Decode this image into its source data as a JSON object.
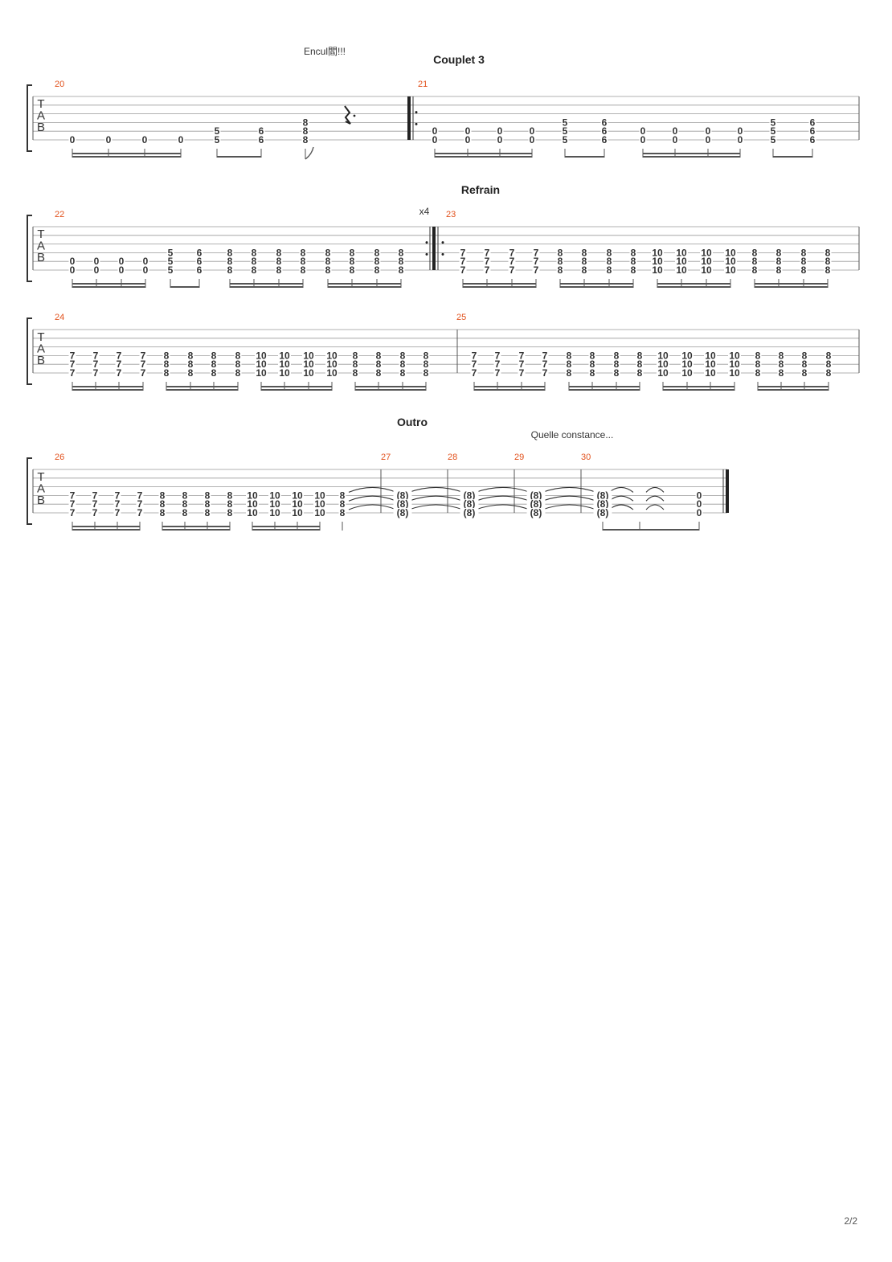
{
  "page": {
    "number": "2/2"
  },
  "tab_clef": [
    "T",
    "A",
    "B"
  ],
  "systems": [
    {
      "labels": [
        {
          "text": "Encul閻!!!",
          "kind": "annotation"
        },
        {
          "text": "Couplet 3",
          "kind": "section"
        }
      ],
      "measure_numbers": [
        "20",
        "21"
      ],
      "repeat_marks": [],
      "notes": [
        {
          "col": 0,
          "frets": [
            "",
            "",
            "",
            "",
            "",
            "0"
          ]
        },
        {
          "col": 1,
          "frets": [
            "",
            "",
            "",
            "",
            "",
            "0"
          ]
        },
        {
          "col": 2,
          "frets": [
            "",
            "",
            "",
            "",
            "",
            "0"
          ]
        },
        {
          "col": 3,
          "frets": [
            "",
            "",
            "",
            "",
            "",
            "0"
          ]
        },
        {
          "col": 4,
          "frets": [
            "",
            "",
            "",
            "",
            "5",
            "5"
          ]
        },
        {
          "col": 5,
          "frets": [
            "",
            "",
            "",
            "",
            "6",
            "6"
          ]
        },
        {
          "col": 6,
          "frets": [
            "",
            "",
            "",
            "8",
            "8",
            "8"
          ]
        },
        {
          "col": 7,
          "frets": [
            "",
            "",
            "",
            "",
            "0",
            "0"
          ]
        },
        {
          "col": 8,
          "frets": [
            "",
            "",
            "",
            "",
            "0",
            "0"
          ]
        },
        {
          "col": 9,
          "frets": [
            "",
            "",
            "",
            "",
            "0",
            "0"
          ]
        },
        {
          "col": 10,
          "frets": [
            "",
            "",
            "",
            "",
            "0",
            "0"
          ]
        },
        {
          "col": 11,
          "frets": [
            "",
            "",
            "",
            "5",
            "5",
            "5"
          ]
        },
        {
          "col": 12,
          "frets": [
            "",
            "",
            "",
            "6",
            "6",
            "6"
          ]
        },
        {
          "col": 13,
          "frets": [
            "",
            "",
            "",
            "",
            "0",
            "0"
          ]
        },
        {
          "col": 14,
          "frets": [
            "",
            "",
            "",
            "",
            "0",
            "0"
          ]
        },
        {
          "col": 15,
          "frets": [
            "",
            "",
            "",
            "",
            "0",
            "0"
          ]
        },
        {
          "col": 16,
          "frets": [
            "",
            "",
            "",
            "",
            "0",
            "0"
          ]
        },
        {
          "col": 17,
          "frets": [
            "",
            "",
            "",
            "5",
            "5",
            "5"
          ]
        },
        {
          "col": 18,
          "frets": [
            "",
            "",
            "",
            "6",
            "6",
            "6"
          ]
        }
      ]
    },
    {
      "labels": [
        {
          "text": "Refrain",
          "kind": "section"
        },
        {
          "text": "x4",
          "kind": "annotation"
        }
      ],
      "measure_numbers": [
        "22",
        "23"
      ],
      "repeat_marks": [
        "x4"
      ],
      "notes": [
        {
          "col": 0,
          "frets": [
            "",
            "",
            "",
            "",
            "0",
            "0"
          ]
        },
        {
          "col": 1,
          "frets": [
            "",
            "",
            "",
            "",
            "0",
            "0"
          ]
        },
        {
          "col": 2,
          "frets": [
            "",
            "",
            "",
            "",
            "0",
            "0"
          ]
        },
        {
          "col": 3,
          "frets": [
            "",
            "",
            "",
            "",
            "0",
            "0"
          ]
        },
        {
          "col": 4,
          "frets": [
            "",
            "",
            "",
            "5",
            "5",
            "5"
          ]
        },
        {
          "col": 5,
          "frets": [
            "",
            "",
            "",
            "6",
            "6",
            "6"
          ]
        },
        {
          "col": 6,
          "frets": [
            "",
            "",
            "",
            "8",
            "8",
            "8"
          ]
        },
        {
          "col": 7,
          "frets": [
            "",
            "",
            "",
            "8",
            "8",
            "8"
          ]
        },
        {
          "col": 8,
          "frets": [
            "",
            "",
            "",
            "8",
            "8",
            "8"
          ]
        },
        {
          "col": 9,
          "frets": [
            "",
            "",
            "",
            "8",
            "8",
            "8"
          ]
        },
        {
          "col": 10,
          "frets": [
            "",
            "",
            "",
            "8",
            "8",
            "8"
          ]
        },
        {
          "col": 11,
          "frets": [
            "",
            "",
            "",
            "8",
            "8",
            "8"
          ]
        },
        {
          "col": 12,
          "frets": [
            "",
            "",
            "",
            "8",
            "8",
            "8"
          ]
        },
        {
          "col": 13,
          "frets": [
            "",
            "",
            "",
            "8",
            "8",
            "8"
          ]
        },
        {
          "col": 14,
          "frets": [
            "",
            "",
            "",
            "7",
            "7",
            "7"
          ]
        },
        {
          "col": 15,
          "frets": [
            "",
            "",
            "",
            "7",
            "7",
            "7"
          ]
        },
        {
          "col": 16,
          "frets": [
            "",
            "",
            "",
            "7",
            "7",
            "7"
          ]
        },
        {
          "col": 17,
          "frets": [
            "",
            "",
            "",
            "7",
            "7",
            "7"
          ]
        },
        {
          "col": 18,
          "frets": [
            "",
            "",
            "",
            "8",
            "8",
            "8"
          ]
        },
        {
          "col": 19,
          "frets": [
            "",
            "",
            "",
            "8",
            "8",
            "8"
          ]
        },
        {
          "col": 20,
          "frets": [
            "",
            "",
            "",
            "8",
            "8",
            "8"
          ]
        },
        {
          "col": 21,
          "frets": [
            "",
            "",
            "",
            "8",
            "8",
            "8"
          ]
        },
        {
          "col": 22,
          "frets": [
            "",
            "",
            "",
            "10",
            "10",
            "10"
          ]
        },
        {
          "col": 23,
          "frets": [
            "",
            "",
            "",
            "10",
            "10",
            "10"
          ]
        },
        {
          "col": 24,
          "frets": [
            "",
            "",
            "",
            "10",
            "10",
            "10"
          ]
        },
        {
          "col": 25,
          "frets": [
            "",
            "",
            "",
            "10",
            "10",
            "10"
          ]
        },
        {
          "col": 26,
          "frets": [
            "",
            "",
            "",
            "8",
            "8",
            "8"
          ]
        },
        {
          "col": 27,
          "frets": [
            "",
            "",
            "",
            "8",
            "8",
            "8"
          ]
        },
        {
          "col": 28,
          "frets": [
            "",
            "",
            "",
            "8",
            "8",
            "8"
          ]
        },
        {
          "col": 29,
          "frets": [
            "",
            "",
            "",
            "8",
            "8",
            "8"
          ]
        }
      ]
    },
    {
      "labels": [],
      "measure_numbers": [
        "24",
        "25"
      ],
      "repeat_marks": [],
      "notes": [
        {
          "col": 0,
          "frets": [
            "",
            "",
            "",
            "7",
            "7",
            "7"
          ]
        },
        {
          "col": 1,
          "frets": [
            "",
            "",
            "",
            "7",
            "7",
            "7"
          ]
        },
        {
          "col": 2,
          "frets": [
            "",
            "",
            "",
            "7",
            "7",
            "7"
          ]
        },
        {
          "col": 3,
          "frets": [
            "",
            "",
            "",
            "7",
            "7",
            "7"
          ]
        },
        {
          "col": 4,
          "frets": [
            "",
            "",
            "",
            "8",
            "8",
            "8"
          ]
        },
        {
          "col": 5,
          "frets": [
            "",
            "",
            "",
            "8",
            "8",
            "8"
          ]
        },
        {
          "col": 6,
          "frets": [
            "",
            "",
            "",
            "8",
            "8",
            "8"
          ]
        },
        {
          "col": 7,
          "frets": [
            "",
            "",
            "",
            "8",
            "8",
            "8"
          ]
        },
        {
          "col": 8,
          "frets": [
            "",
            "",
            "",
            "10",
            "10",
            "10"
          ]
        },
        {
          "col": 9,
          "frets": [
            "",
            "",
            "",
            "10",
            "10",
            "10"
          ]
        },
        {
          "col": 10,
          "frets": [
            "",
            "",
            "",
            "10",
            "10",
            "10"
          ]
        },
        {
          "col": 11,
          "frets": [
            "",
            "",
            "",
            "10",
            "10",
            "10"
          ]
        },
        {
          "col": 12,
          "frets": [
            "",
            "",
            "",
            "8",
            "8",
            "8"
          ]
        },
        {
          "col": 13,
          "frets": [
            "",
            "",
            "",
            "8",
            "8",
            "8"
          ]
        },
        {
          "col": 14,
          "frets": [
            "",
            "",
            "",
            "8",
            "8",
            "8"
          ]
        },
        {
          "col": 15,
          "frets": [
            "",
            "",
            "",
            "8",
            "8",
            "8"
          ]
        },
        {
          "col": 16,
          "frets": [
            "",
            "",
            "",
            "7",
            "7",
            "7"
          ]
        },
        {
          "col": 17,
          "frets": [
            "",
            "",
            "",
            "7",
            "7",
            "7"
          ]
        },
        {
          "col": 18,
          "frets": [
            "",
            "",
            "",
            "7",
            "7",
            "7"
          ]
        },
        {
          "col": 19,
          "frets": [
            "",
            "",
            "",
            "7",
            "7",
            "7"
          ]
        },
        {
          "col": 20,
          "frets": [
            "",
            "",
            "",
            "8",
            "8",
            "8"
          ]
        },
        {
          "col": 21,
          "frets": [
            "",
            "",
            "",
            "8",
            "8",
            "8"
          ]
        },
        {
          "col": 22,
          "frets": [
            "",
            "",
            "",
            "8",
            "8",
            "8"
          ]
        },
        {
          "col": 23,
          "frets": [
            "",
            "",
            "",
            "8",
            "8",
            "8"
          ]
        },
        {
          "col": 24,
          "frets": [
            "",
            "",
            "",
            "10",
            "10",
            "10"
          ]
        },
        {
          "col": 25,
          "frets": [
            "",
            "",
            "",
            "10",
            "10",
            "10"
          ]
        },
        {
          "col": 26,
          "frets": [
            "",
            "",
            "",
            "10",
            "10",
            "10"
          ]
        },
        {
          "col": 27,
          "frets": [
            "",
            "",
            "",
            "10",
            "10",
            "10"
          ]
        },
        {
          "col": 28,
          "frets": [
            "",
            "",
            "",
            "8",
            "8",
            "8"
          ]
        },
        {
          "col": 29,
          "frets": [
            "",
            "",
            "",
            "8",
            "8",
            "8"
          ]
        },
        {
          "col": 30,
          "frets": [
            "",
            "",
            "",
            "8",
            "8",
            "8"
          ]
        },
        {
          "col": 31,
          "frets": [
            "",
            "",
            "",
            "8",
            "8",
            "8"
          ]
        }
      ]
    },
    {
      "labels": [
        {
          "text": "Outro",
          "kind": "section"
        },
        {
          "text": "Quelle constance...",
          "kind": "annotation"
        }
      ],
      "measure_numbers": [
        "26",
        "27",
        "28",
        "29",
        "30"
      ],
      "repeat_marks": [],
      "notes": [
        {
          "col": 0,
          "frets": [
            "",
            "",
            "",
            "7",
            "7",
            "7"
          ]
        },
        {
          "col": 1,
          "frets": [
            "",
            "",
            "",
            "7",
            "7",
            "7"
          ]
        },
        {
          "col": 2,
          "frets": [
            "",
            "",
            "",
            "7",
            "7",
            "7"
          ]
        },
        {
          "col": 3,
          "frets": [
            "",
            "",
            "",
            "7",
            "7",
            "7"
          ]
        },
        {
          "col": 4,
          "frets": [
            "",
            "",
            "",
            "8",
            "8",
            "8"
          ]
        },
        {
          "col": 5,
          "frets": [
            "",
            "",
            "",
            "8",
            "8",
            "8"
          ]
        },
        {
          "col": 6,
          "frets": [
            "",
            "",
            "",
            "8",
            "8",
            "8"
          ]
        },
        {
          "col": 7,
          "frets": [
            "",
            "",
            "",
            "8",
            "8",
            "8"
          ]
        },
        {
          "col": 8,
          "frets": [
            "",
            "",
            "",
            "10",
            "10",
            "10"
          ]
        },
        {
          "col": 9,
          "frets": [
            "",
            "",
            "",
            "10",
            "10",
            "10"
          ]
        },
        {
          "col": 10,
          "frets": [
            "",
            "",
            "",
            "10",
            "10",
            "10"
          ]
        },
        {
          "col": 11,
          "frets": [
            "",
            "",
            "",
            "10",
            "10",
            "10"
          ]
        },
        {
          "col": 12,
          "frets": [
            "",
            "",
            "",
            "8",
            "8",
            "8"
          ]
        },
        {
          "col": 13,
          "frets": [
            "",
            "",
            "",
            "(8)",
            "(8)",
            "(8)"
          ]
        },
        {
          "col": 14,
          "frets": [
            "",
            "",
            "",
            "(8)",
            "(8)",
            "(8)"
          ]
        },
        {
          "col": 15,
          "frets": [
            "",
            "",
            "",
            "(8)",
            "(8)",
            "(8)"
          ]
        },
        {
          "col": 16,
          "frets": [
            "",
            "",
            "",
            "(8)",
            "(8)",
            "(8)"
          ]
        },
        {
          "col": 17,
          "frets": [
            "",
            "",
            "",
            "0",
            "0",
            "0"
          ]
        }
      ]
    }
  ]
}
